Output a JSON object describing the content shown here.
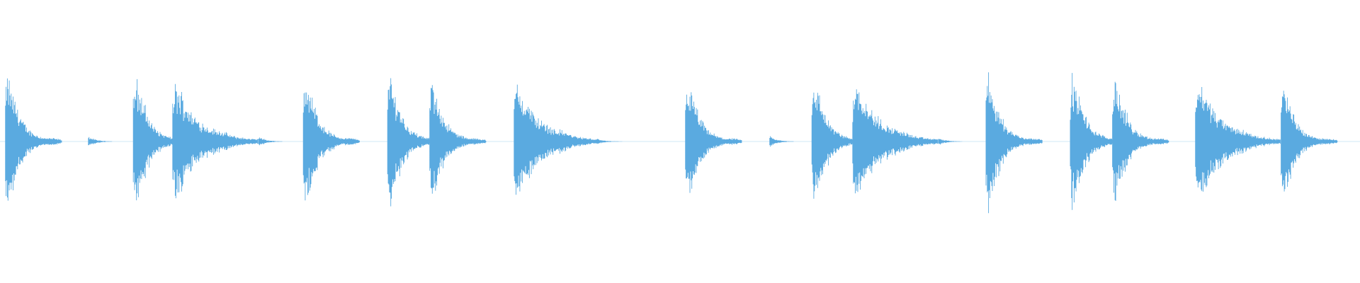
{
  "waveform": {
    "color": "#5aaae0",
    "background": "#ffffff",
    "hits": [
      {
        "t": 0.004,
        "amp": 1.0,
        "decay": "short"
      },
      {
        "t": 0.065,
        "amp": 0.07,
        "decay": "tiny"
      },
      {
        "t": 0.098,
        "amp": 1.0,
        "decay": "short"
      },
      {
        "t": 0.127,
        "amp": 0.8,
        "decay": "long"
      },
      {
        "t": 0.19,
        "amp": 0.07,
        "decay": "tiny"
      },
      {
        "t": 0.223,
        "amp": 1.0,
        "decay": "short"
      },
      {
        "t": 0.285,
        "amp": 1.0,
        "decay": "short"
      },
      {
        "t": 0.316,
        "amp": 0.9,
        "decay": "short"
      },
      {
        "t": 0.378,
        "amp": 0.8,
        "decay": "long"
      },
      {
        "t": 0.44,
        "amp": 0.03,
        "decay": "tiny"
      },
      {
        "t": 0.504,
        "amp": 0.9,
        "decay": "short"
      },
      {
        "t": 0.566,
        "amp": 0.07,
        "decay": "tiny"
      },
      {
        "t": 0.597,
        "amp": 0.95,
        "decay": "short"
      },
      {
        "t": 0.627,
        "amp": 0.85,
        "decay": "long"
      },
      {
        "t": 0.69,
        "amp": 0.05,
        "decay": "tiny"
      },
      {
        "t": 0.725,
        "amp": 1.0,
        "decay": "short"
      },
      {
        "t": 0.787,
        "amp": 1.0,
        "decay": "short"
      },
      {
        "t": 0.818,
        "amp": 0.95,
        "decay": "short"
      },
      {
        "t": 0.879,
        "amp": 0.85,
        "decay": "long"
      },
      {
        "t": 0.942,
        "amp": 0.85,
        "decay": "short"
      }
    ]
  }
}
